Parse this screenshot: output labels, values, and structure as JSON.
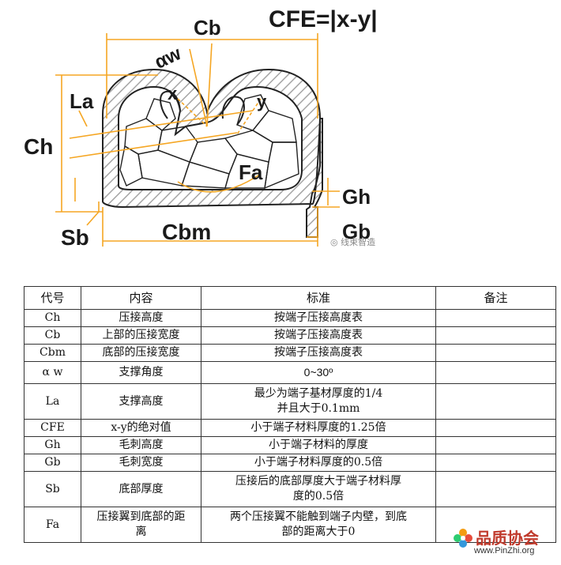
{
  "diagram": {
    "formula": "CFE=|x-y|",
    "labels": {
      "cb": "Cb",
      "aw": "αw",
      "x": "x",
      "y": "y",
      "la": "La",
      "ch": "Ch",
      "fa": "Fa",
      "gh": "Gh",
      "gb": "Gb",
      "sb": "Sb",
      "cbm": "Cbm"
    },
    "watermark": "线束智造"
  },
  "table": {
    "headers": [
      "代号",
      "内容",
      "标准",
      "备注"
    ],
    "rows": [
      {
        "code": "Ch",
        "content": "压接高度",
        "standard": "按端子压接高度表",
        "note": ""
      },
      {
        "code": "Cb",
        "content": "上部的压接宽度",
        "standard": "按端子压接高度表",
        "note": ""
      },
      {
        "code": "Cbm",
        "content": "底部的压接宽度",
        "standard": "按端子压接高度表",
        "note": ""
      },
      {
        "code": "α w",
        "content": "支撑角度",
        "standard": "0~30º",
        "note": ""
      },
      {
        "code": "La",
        "content": "支撑高度",
        "standard": "最少为端子基材厚度的1/4\n并且大于0.1mm",
        "note": ""
      },
      {
        "code": "CFE",
        "content": "x-y的绝对值",
        "standard": "小于端子材料厚度的1.25倍",
        "note": ""
      },
      {
        "code": "Gh",
        "content": "毛刺高度",
        "standard": "小于端子材料的厚度",
        "note": ""
      },
      {
        "code": "Gb",
        "content": "毛刺宽度",
        "standard": "小于端子材料厚度的0.5倍",
        "note": ""
      },
      {
        "code": "Sb",
        "content": "底部厚度",
        "standard": "压接后的底部厚度大于端子材料厚\n度的0.5倍",
        "note": ""
      },
      {
        "code": "Fa",
        "content": "压接翼到底部的距\n离",
        "standard": "两个压接翼不能触到端子内壁，到底\n部的距离大于0",
        "note": ""
      }
    ]
  },
  "logo": {
    "name": "品质协会",
    "url": "www.PinZhi.org"
  },
  "colors": {
    "dimension": "#f5a623",
    "hatch": "#9a9a9a",
    "text": "#1a1a1a"
  }
}
